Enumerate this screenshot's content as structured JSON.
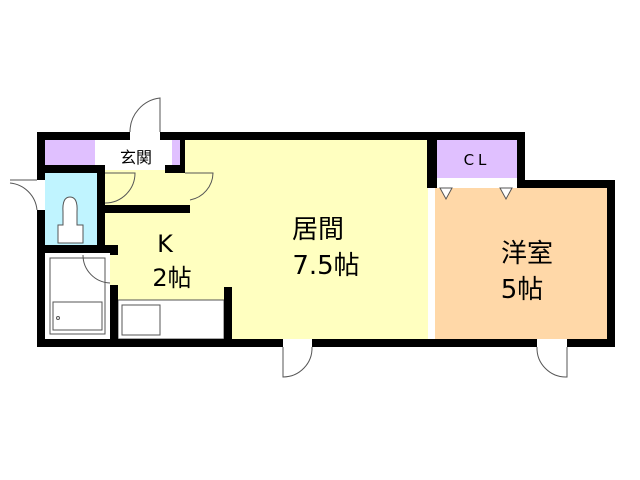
{
  "rooms": {
    "genkan": {
      "label": "玄関"
    },
    "kitchen": {
      "label": "K",
      "size": "2帖"
    },
    "living": {
      "label": "居間",
      "size": "7.5帖"
    },
    "western": {
      "label": "洋室",
      "size": "5帖"
    },
    "closet": {
      "label": "CL"
    }
  },
  "colors": {
    "wall": "#000000",
    "living_kitchen": "#ffffc0",
    "western_room": "#ffd8a8",
    "closet": "#e0c0ff",
    "toilet": "#c0f4ff",
    "bath": "#ffffff"
  }
}
